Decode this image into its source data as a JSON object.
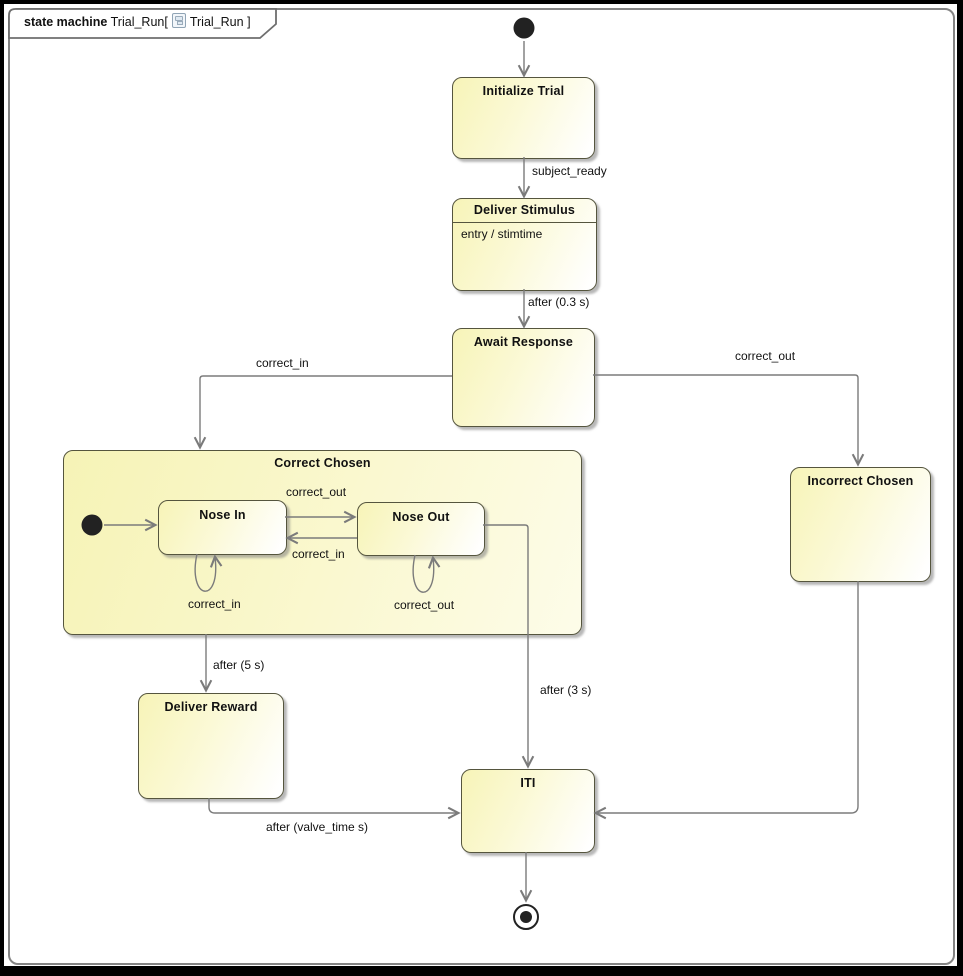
{
  "frame": {
    "type_label": "state machine",
    "name": "Trial_Run",
    "open_bracket": "[",
    "ref_name": "Trial_Run",
    "close_bracket": "]"
  },
  "states": {
    "initialize_trial": {
      "title": "Initialize Trial"
    },
    "deliver_stimulus": {
      "title": "Deliver Stimulus",
      "entry_action": "entry / stimtime"
    },
    "await_response": {
      "title": "Await Response"
    },
    "correct_chosen": {
      "title": "Correct Chosen"
    },
    "nose_in": {
      "title": "Nose In"
    },
    "nose_out": {
      "title": "Nose Out"
    },
    "incorrect_chosen": {
      "title": "Incorrect Chosen"
    },
    "deliver_reward": {
      "title": "Deliver Reward"
    },
    "iti": {
      "title": "ITI"
    }
  },
  "transitions": {
    "subject_ready": {
      "label": "subject_ready"
    },
    "after_stimulus": {
      "label": "after (0.3 s)"
    },
    "correct_in_branch": {
      "label": "correct_in"
    },
    "correct_out_branch": {
      "label": "correct_out"
    },
    "nose_in_to_nose_out": {
      "label": "correct_out"
    },
    "nose_out_to_nose_in": {
      "label": "correct_in"
    },
    "nose_in_self": {
      "label": "correct_in"
    },
    "nose_out_self": {
      "label": "correct_out"
    },
    "after_5s": {
      "label": "after (5 s)"
    },
    "after_3s": {
      "label": "after (3 s)"
    },
    "after_valve_time": {
      "label": "after (valve_time s)"
    }
  },
  "colors": {
    "state_fill": "#f7f4b8",
    "state_border": "#55553e",
    "edge_line": "#7b7b7b",
    "frame_border": "#848484",
    "text": "#111111",
    "pseudostate": "#222222"
  }
}
